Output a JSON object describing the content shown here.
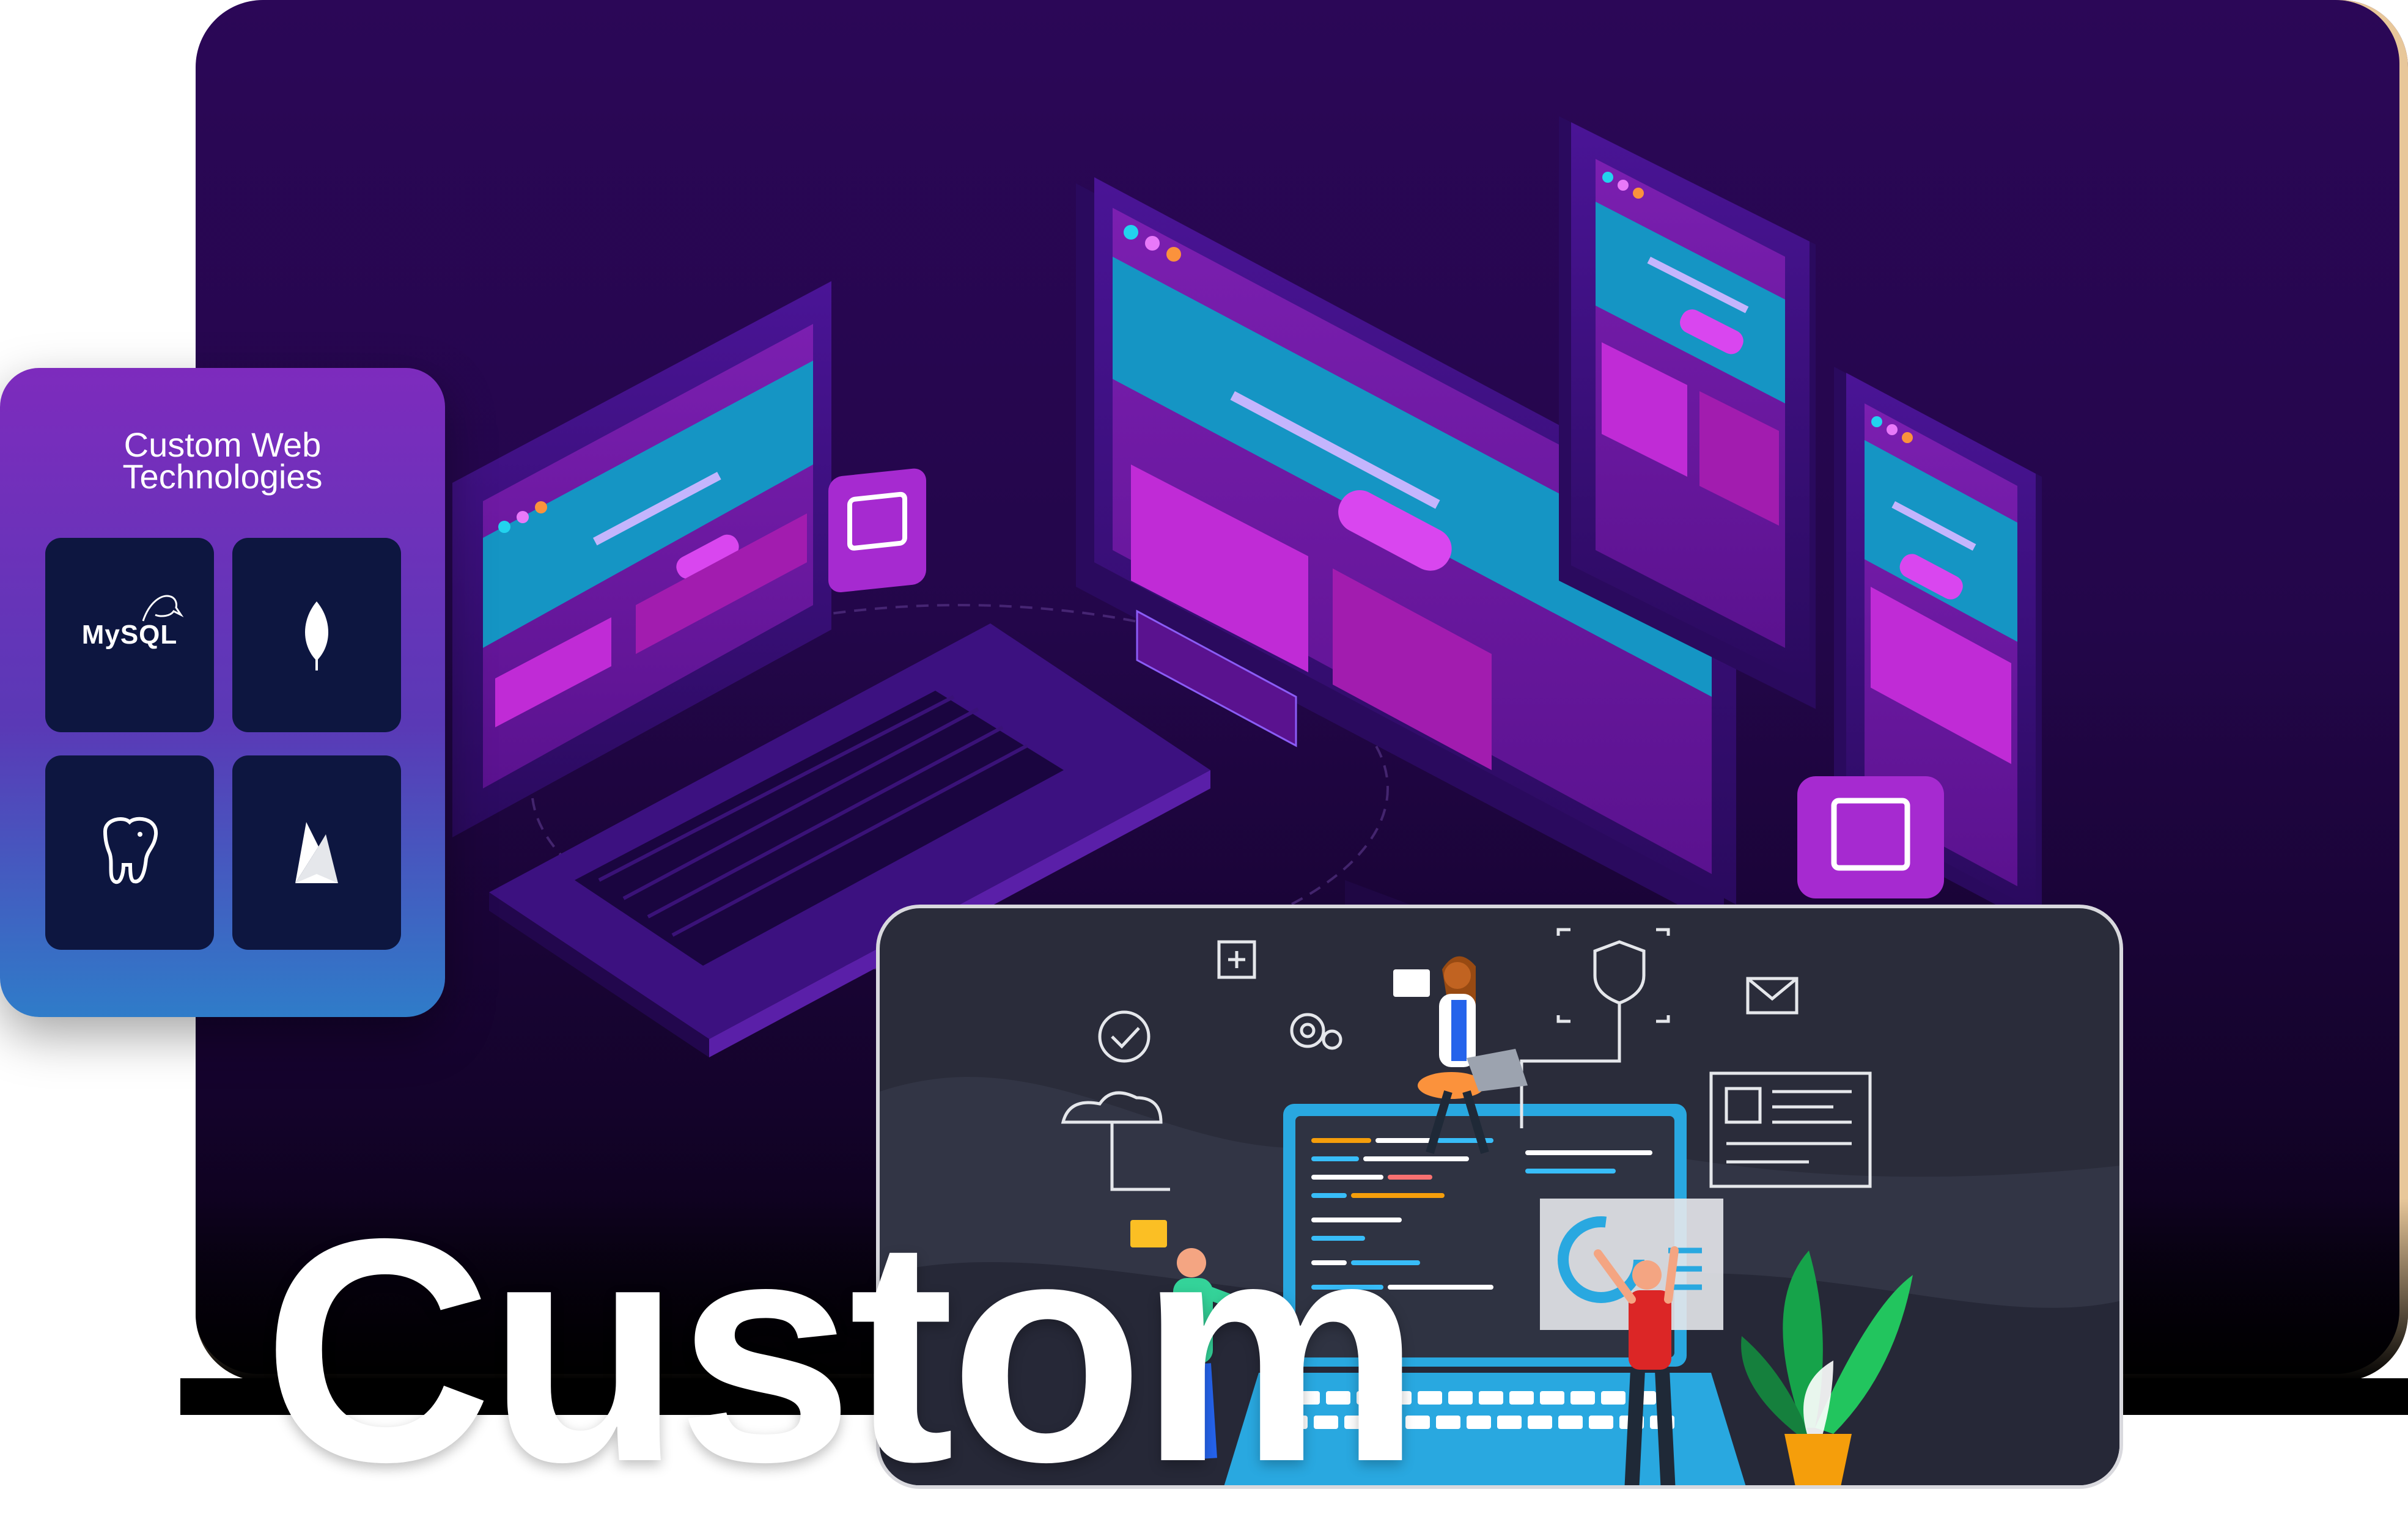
{
  "panel": {
    "title_line1": "Custom Web",
    "title_line2": "Technologies",
    "tiles": [
      {
        "label": "MySQL",
        "icon": "mysql-dolphin-icon"
      },
      {
        "icon": "mongodb-leaf-icon"
      },
      {
        "icon": "postgresql-elephant-icon"
      },
      {
        "icon": "firebase-flame-icon"
      }
    ]
  },
  "headline": {
    "text": "Custom"
  },
  "colors": {
    "hero_top": "#2b0757",
    "hero_bottom": "#05010c",
    "panel_top": "#7d2bbd",
    "panel_bottom": "#2f7cc9",
    "tile_bg": "#0d1640",
    "screen_cyan": "#1595c4",
    "accent_magenta": "#c02bd6",
    "dev_card_bg": "#2a2c3a",
    "border_gold": "#e8c79a"
  },
  "illustration": {
    "devices": [
      "laptop",
      "desktop-monitor",
      "tablet",
      "phone"
    ],
    "dev_scene_icons": [
      "plus-icon",
      "check-circle-icon",
      "gear-icon",
      "cloud-icon",
      "shield-icon",
      "mail-icon",
      "chat-icon",
      "chart-donut-icon"
    ]
  }
}
